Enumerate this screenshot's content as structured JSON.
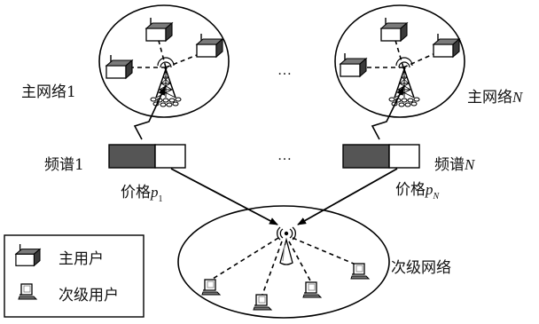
{
  "primary_network_1": {
    "label": "主网络1"
  },
  "primary_network_n": {
    "label_prefix": "主网络",
    "label_var": "N"
  },
  "spectrum_1": {
    "label": "频谱1"
  },
  "spectrum_n": {
    "label_prefix": "频谱",
    "label_var": "N"
  },
  "price_1": {
    "prefix": "价格",
    "var": "p",
    "subscript": "1"
  },
  "price_n": {
    "prefix": "价格",
    "var": "p",
    "subscript": "N"
  },
  "secondary_network": {
    "label": "次级网络"
  },
  "ellipsis": "…",
  "legend": {
    "primary_user": "主用户",
    "secondary_user": "次级用户"
  }
}
